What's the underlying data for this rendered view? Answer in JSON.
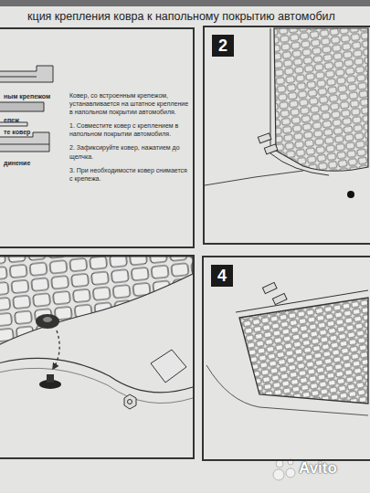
{
  "diagram": {
    "title": "кция крепления ковра к напольному покрытию автомобил",
    "nodes": [
      {
        "text": [
          "ным крепежом",
          "епеж",
          "те ковер",
          "динение",
          "Ковер, со встроенным крепежом, устанавливается на штатное крепление в напольном покрытии автомобиля.",
          "1. Совместите ковер с креплением в напольном покрытии автомобиля.",
          "2. Зафиксируйте ковер, нажатием до щелчка.",
          "3. При необходимости ковер снимается с крепежа."
        ]
      },
      {
        "text": [
          "2"
        ]
      },
      {
        "text": [
          "4"
        ]
      }
    ],
    "labels": [
      "Avito"
    ]
  }
}
